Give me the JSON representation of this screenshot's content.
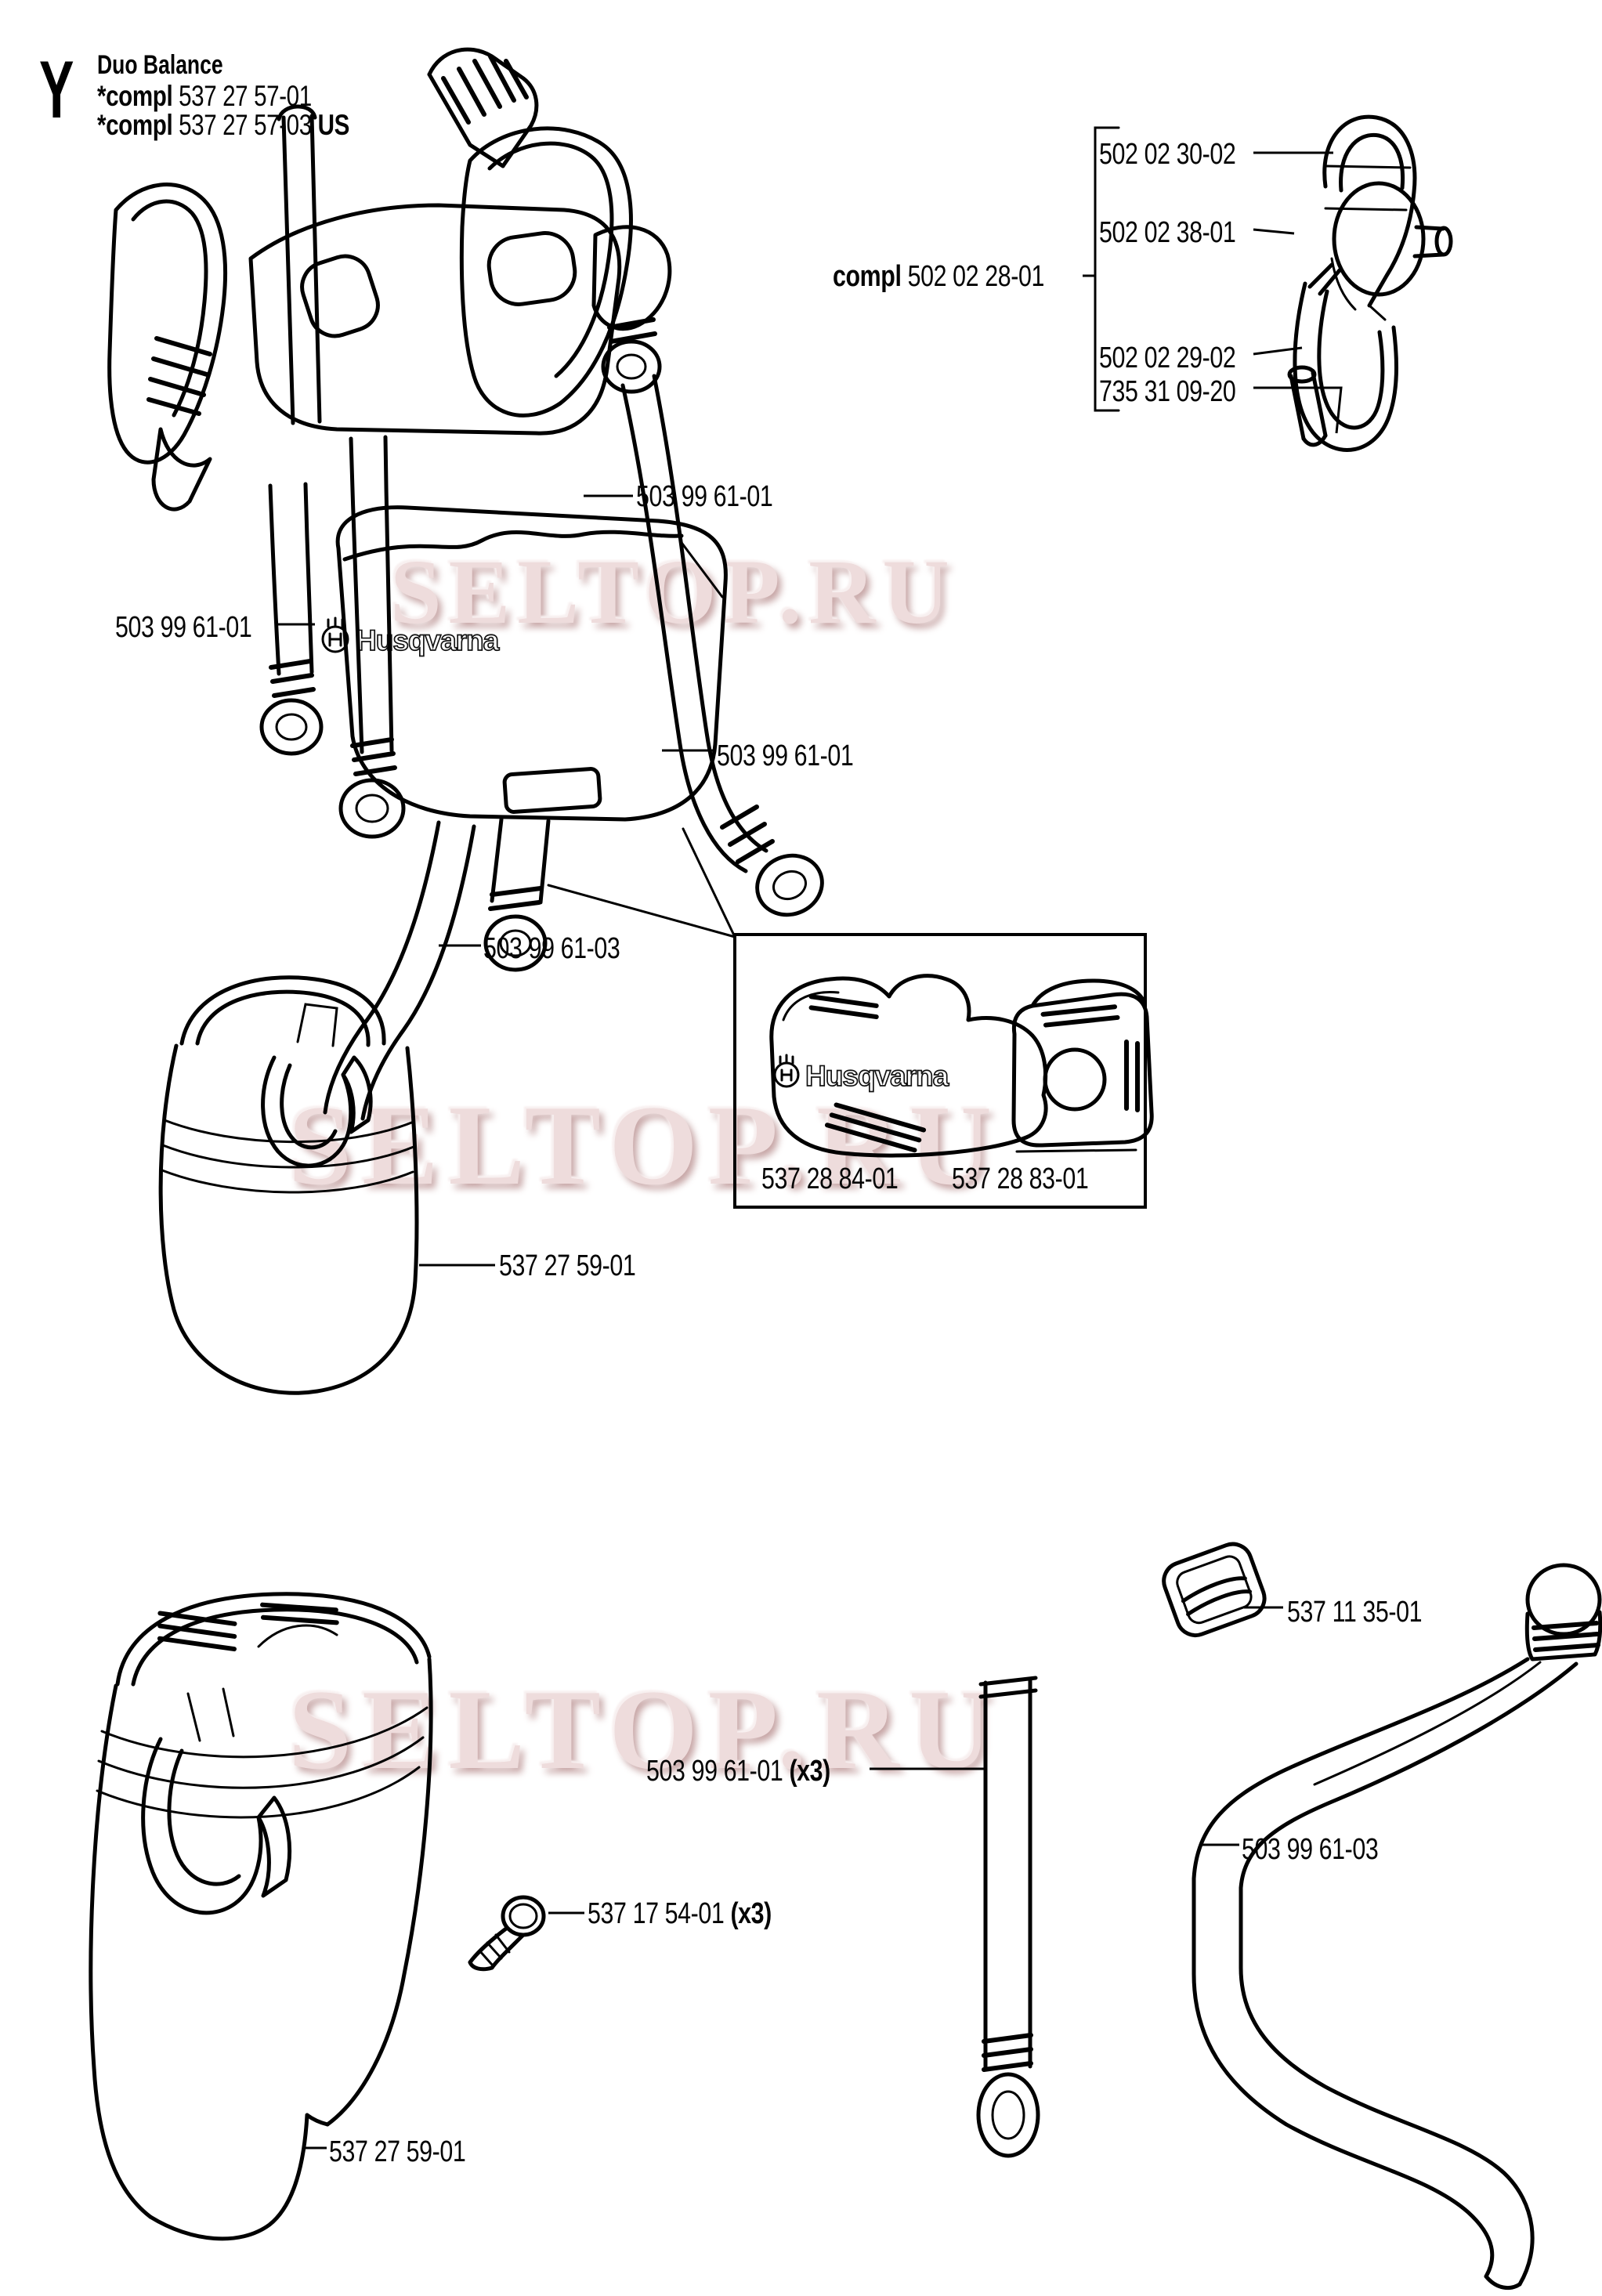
{
  "header": {
    "section_letter": "Y",
    "title": "Duo Balance",
    "variant1_prefix": "*compl",
    "variant1_number": "537 27 57-01",
    "variant2_prefix": "*compl",
    "variant2_number": "537 27 57-03",
    "variant2_suffix": "US"
  },
  "watermark": {
    "text": "SELTOP.RU",
    "color": "#eedcdc"
  },
  "hook_group": {
    "compl_prefix": "compl",
    "compl_number": "502 02 28-01",
    "part_top": "502 02 30-02",
    "part_latch": "502 02 38-01",
    "part_hook": "502 02 29-02",
    "part_tube": "735 31 09-20"
  },
  "harness": {
    "right_strap": "503 99 61-01",
    "left_strap": "503 99 61-01",
    "waist_strap": "503 99 61-01",
    "long_strap": "503 99 61-03",
    "container": "537 27 59-01"
  },
  "inset": {
    "left_pad": "537 28 84-01",
    "right_pad": "537 28 83-01"
  },
  "bottom": {
    "strap": "503 99 61-01",
    "strap_qty": "(x3)",
    "buckle": "537 11 35-01",
    "long_strap": "503 99 61-03",
    "screw": "537 17 54-01",
    "screw_qty": "(x3)",
    "container": "537 27 59-01"
  },
  "logo": {
    "brand": "Husqvarna"
  }
}
